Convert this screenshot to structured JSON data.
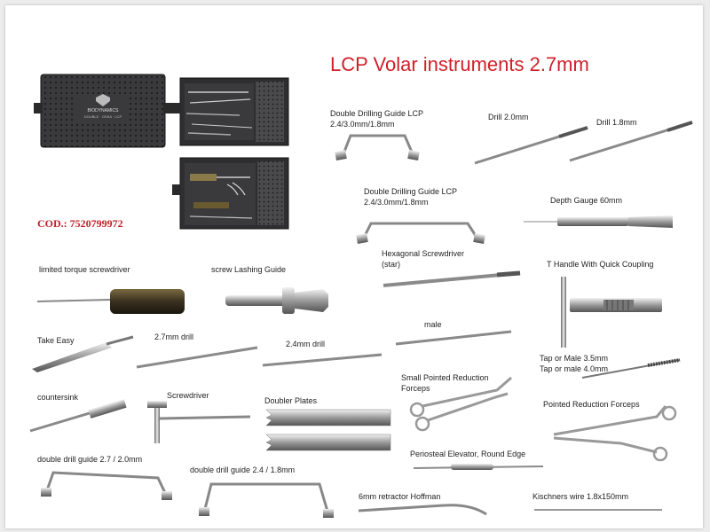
{
  "title": "LCP Volar instruments 2.7mm",
  "code": "COD.: 7520799972",
  "case_brand": "BIODYNAMICS",
  "case_caption": "DOUBLE · OSSA · LCP",
  "labels": {
    "double_guide_top_1": "Double Drilling Guide LCP",
    "double_guide_top_2": "2.4/3.0mm/1.8mm",
    "drill_20": "Drill 2.0mm",
    "drill_18": "Drill 1.8mm",
    "double_guide_mid_1": "Double Drilling Guide LCP",
    "double_guide_mid_2": "2.4/3.0mm/1.8mm",
    "depth_gauge": "Depth Gauge 60mm",
    "hex_screwdriver_1": "Hexagonal Screwdriver",
    "hex_screwdriver_2": "(star)",
    "t_handle": "T Handle With Quick Coupling",
    "limited_torque": "limited torque screwdriver",
    "screw_guide": "screw Lashing Guide",
    "male": "male",
    "take_easy": "Take Easy",
    "drill_27": "2.7mm drill",
    "drill_24": "2.4mm drill",
    "tap_35": "Tap or Male 3.5mm",
    "tap_40": "Tap or male 4.0mm",
    "small_forceps_1": "Small Pointed Reduction",
    "small_forceps_2": "Forceps",
    "countersink": "countersink",
    "screwdriver": "Screwdriver",
    "doubler_plates": "Doubler Plates",
    "pointed_forceps": "Pointed Reduction Forceps",
    "periosteal": "Periosteal Elevator, Round Edge",
    "dd_guide_27": "double drill guide 2.7 / 2.0mm",
    "dd_guide_24": "double drill guide 2.4 / 1.8mm",
    "retractor": "6mm retractor Hoffman",
    "kirschner": "Kischners wire 1.8x150mm"
  }
}
